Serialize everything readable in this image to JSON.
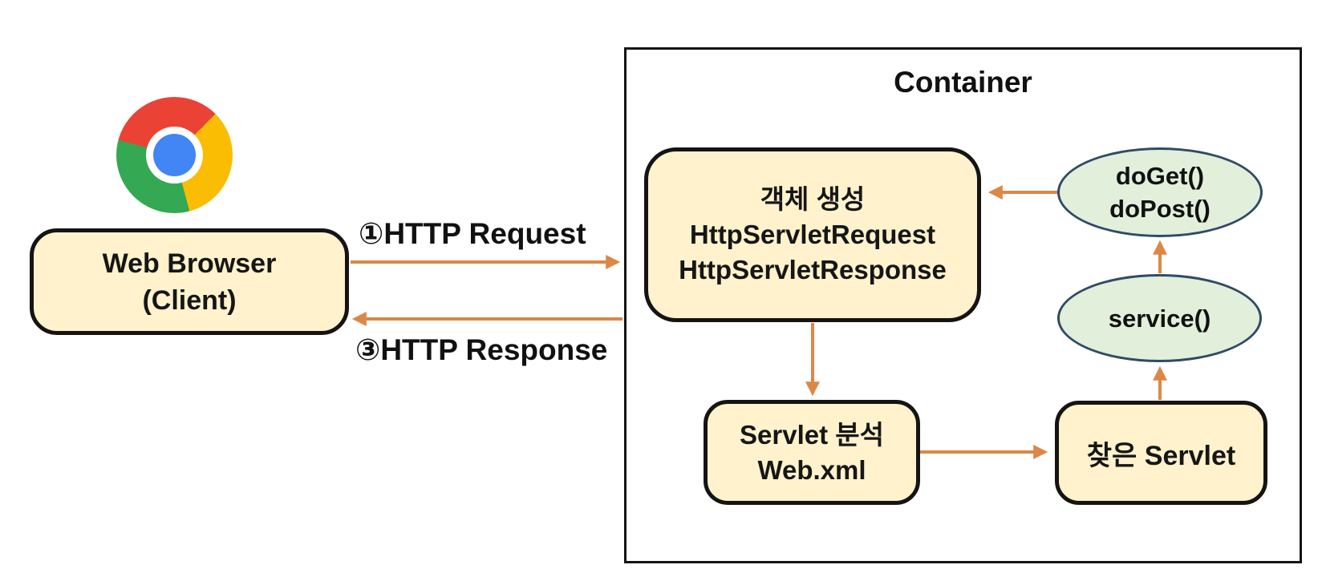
{
  "client": {
    "line1": "Web Browser",
    "line2": "(Client)"
  },
  "labels": {
    "request": "①HTTP Request",
    "response": "③HTTP Response"
  },
  "container": {
    "title": "Container",
    "create_box": {
      "line1": "객체 생성",
      "line2": "HttpServletRequest",
      "line3": "HttpServletResponse"
    },
    "doget_ellipse": {
      "line1": "doGet()",
      "line2": "doPost()"
    },
    "service_ellipse": {
      "label": "service()"
    },
    "analyze_box": {
      "line1": "Servlet 분석",
      "line2": "Web.xml"
    },
    "found_box": {
      "label": "찾은 Servlet"
    }
  },
  "icons": {
    "browser_logo": "chrome-logo"
  },
  "colors": {
    "background": "#FFFFFF",
    "node_fill": "#FFF2CC",
    "node_border": "#141414",
    "ellipse_fill": "#E2EFDA",
    "ellipse_border": "#2F4B66",
    "arrow": "#DD8747",
    "text": "#111111",
    "chrome_red": "#EA4335",
    "chrome_yellow": "#FBBC04",
    "chrome_green": "#34A853",
    "chrome_blue": "#4285F4"
  }
}
